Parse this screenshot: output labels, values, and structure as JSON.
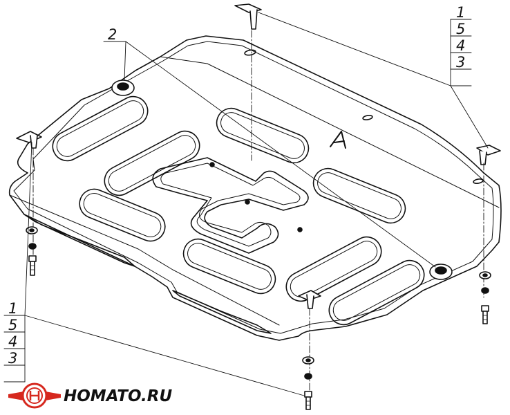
{
  "callouts": {
    "top_right": [
      "1",
      "5",
      "4",
      "3"
    ],
    "bottom_left": [
      "1",
      "5",
      "4",
      "3"
    ],
    "part_2": "2"
  },
  "plate": {
    "stamp_letter": "A"
  },
  "brand": {
    "name": "HOMATO.RU",
    "logo_accent_color": "#d6281e"
  }
}
